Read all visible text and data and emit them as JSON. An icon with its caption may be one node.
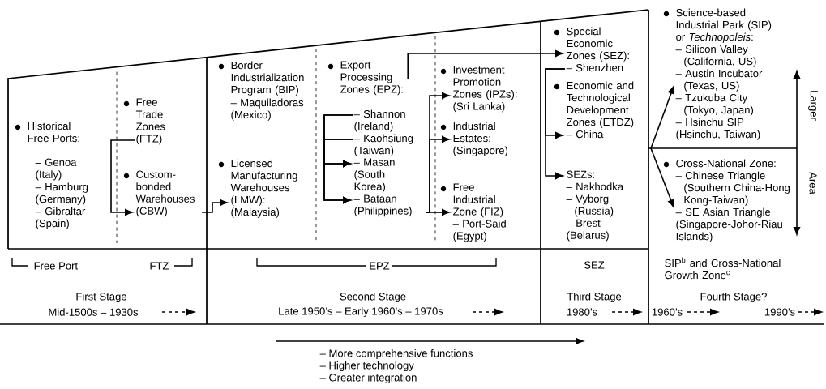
{
  "diagram": {
    "nodes": [
      {
        "text": [
          "Free Trade Zones (FTZ)"
        ]
      },
      {
        "text": [
          "Custom-bonded Warehouses (CBW)"
        ]
      },
      {
        "text": [
          "Licensed Manufacturing Warehouses (LMW): (Malaysia)"
        ]
      },
      {
        "text": [
          "Export Processing Zones (EPZ):"
        ]
      },
      {
        "text": [
          "– Shannon (Ireland)"
        ]
      },
      {
        "text": [
          "– Kaohsiung (Taiwan)"
        ]
      },
      {
        "text": [
          "– Masan (South Korea)"
        ]
      },
      {
        "text": [
          "– Bataan (Philippines)"
        ]
      },
      {
        "text": [
          "Investment Promotion Zones (IPZs): (Sri Lanka)"
        ]
      },
      {
        "text": [
          "Industrial Estates: (Singapore)"
        ]
      },
      {
        "text": [
          "Free Industrial Zone (FIZ)",
          "– Port-Said (Egypt)"
        ]
      },
      {
        "text": [
          "Special Economic Zones (SEZ):",
          "– Shenzhen"
        ]
      },
      {
        "text": [
          "Economic and Technological Development Zones (ETDZ)",
          "– China"
        ]
      },
      {
        "text": [
          "SEZs:",
          "– Nakhodka",
          "– Vyborg (Russia)",
          "– Brest (Belarus)"
        ]
      },
      {
        "text": [
          "Science-based Industrial Park (SIP) or *Technopoleis*:",
          "– Silicon Valley (California, US)",
          "– Austin Incubator (Texas, US)",
          "– Tzukuba City (Tokyo, Japan)",
          "– Hsinchu SIP (Hsinchu, Taiwan)"
        ]
      },
      {
        "text": [
          "Cross-National Zone:",
          "– Chinese Triangle (Southern China-Hong Kong-Taiwan)",
          "– SE Asian Triangle (Singapore-Johor-Riau Islands)"
        ]
      }
    ],
    "edges": [
      {
        "from": 0,
        "to": 1,
        "arrow": "to"
      },
      {
        "from": 1,
        "to": 2,
        "arrow": "to"
      },
      {
        "from": 3,
        "to": 11,
        "arrow": "to"
      },
      {
        "from": 4,
        "to": 6,
        "arrow": "to"
      },
      {
        "from": 4,
        "to": 7,
        "arrow": "to"
      },
      {
        "from": 5,
        "to": 6,
        "arrow": "to"
      },
      {
        "from": 5,
        "to": 7,
        "arrow": "to"
      },
      {
        "from": 7,
        "to": 8,
        "arrow": "to"
      },
      {
        "from": 7,
        "to": 9,
        "arrow": "to"
      },
      {
        "from": 7,
        "to": 10,
        "arrow": "to"
      },
      {
        "from": 11,
        "to": 12,
        "arrow": "to"
      },
      {
        "from": 11,
        "to": 13,
        "arrow": "to"
      },
      {
        "from": null,
        "to": 14,
        "arrow": "to"
      },
      {
        "from": null,
        "to": 15,
        "arrow": "to"
      }
    ],
    "labels": [
      "Historical Free Ports:",
      "– Genoa (Italy)",
      "– Hamburg (Germany)",
      "– Gibraltar (Spain)",
      "Border Industrialization Program (BIP)",
      "– Maquiladoras (Mexico)",
      "Larger",
      "Area",
      "Free Port",
      "FTZ",
      "EPZ",
      "SEZ",
      "SIP$^{b}$ and Cross-National Growth Zone$^{c}$",
      "First Stage",
      "Mid-1500s – 1930s",
      "Second Stage",
      "Late 1950’s – Early 1960’s – 1970s",
      "Third Stage",
      "1980’s",
      "Fourth Stage?",
      "1960’s",
      "1990’s",
      "– More comprehensive functions",
      "– Higher technology",
      "– Greater integration"
    ]
  }
}
